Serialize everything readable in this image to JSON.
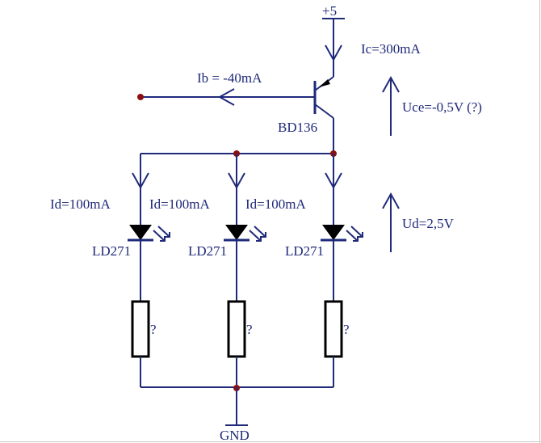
{
  "supply_label": "+5",
  "ground_label": "GND",
  "transistor": {
    "name": "BD136",
    "ic_label": "Ic=300mA",
    "ib_label": "Ib = -40mA",
    "uce_label": "Uce=-0,5V (?)"
  },
  "ud_label": "Ud=2,5V",
  "branches": [
    {
      "current_label": "Id=100mA",
      "led_label": "LD271",
      "resistor_label": "?"
    },
    {
      "current_label": "Id=100mA",
      "led_label": "LD271",
      "resistor_label": "?"
    },
    {
      "current_label": "Id=100mA",
      "led_label": "LD271",
      "resistor_label": "?"
    }
  ],
  "colors": {
    "wire": "#1f2a7a",
    "junction": "#8b1010",
    "background": "#ffffff"
  }
}
